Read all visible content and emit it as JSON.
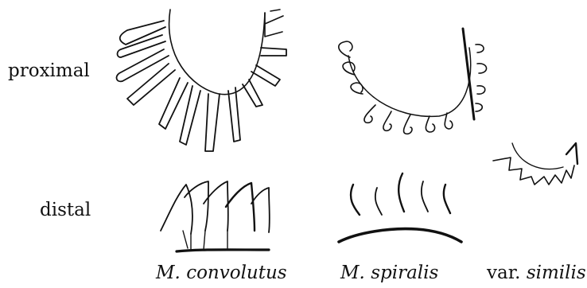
{
  "rows": {
    "proximal": "proximal",
    "distal": "distal"
  },
  "captions": {
    "convolutus": {
      "genus": "M.",
      "species": "convolutus"
    },
    "spiralis": {
      "genus": "M.",
      "species": "spiralis"
    },
    "similis": {
      "prefix": "var.",
      "species": "similis"
    }
  },
  "colors": {
    "ink": "#111111",
    "paper": "#ffffff"
  }
}
